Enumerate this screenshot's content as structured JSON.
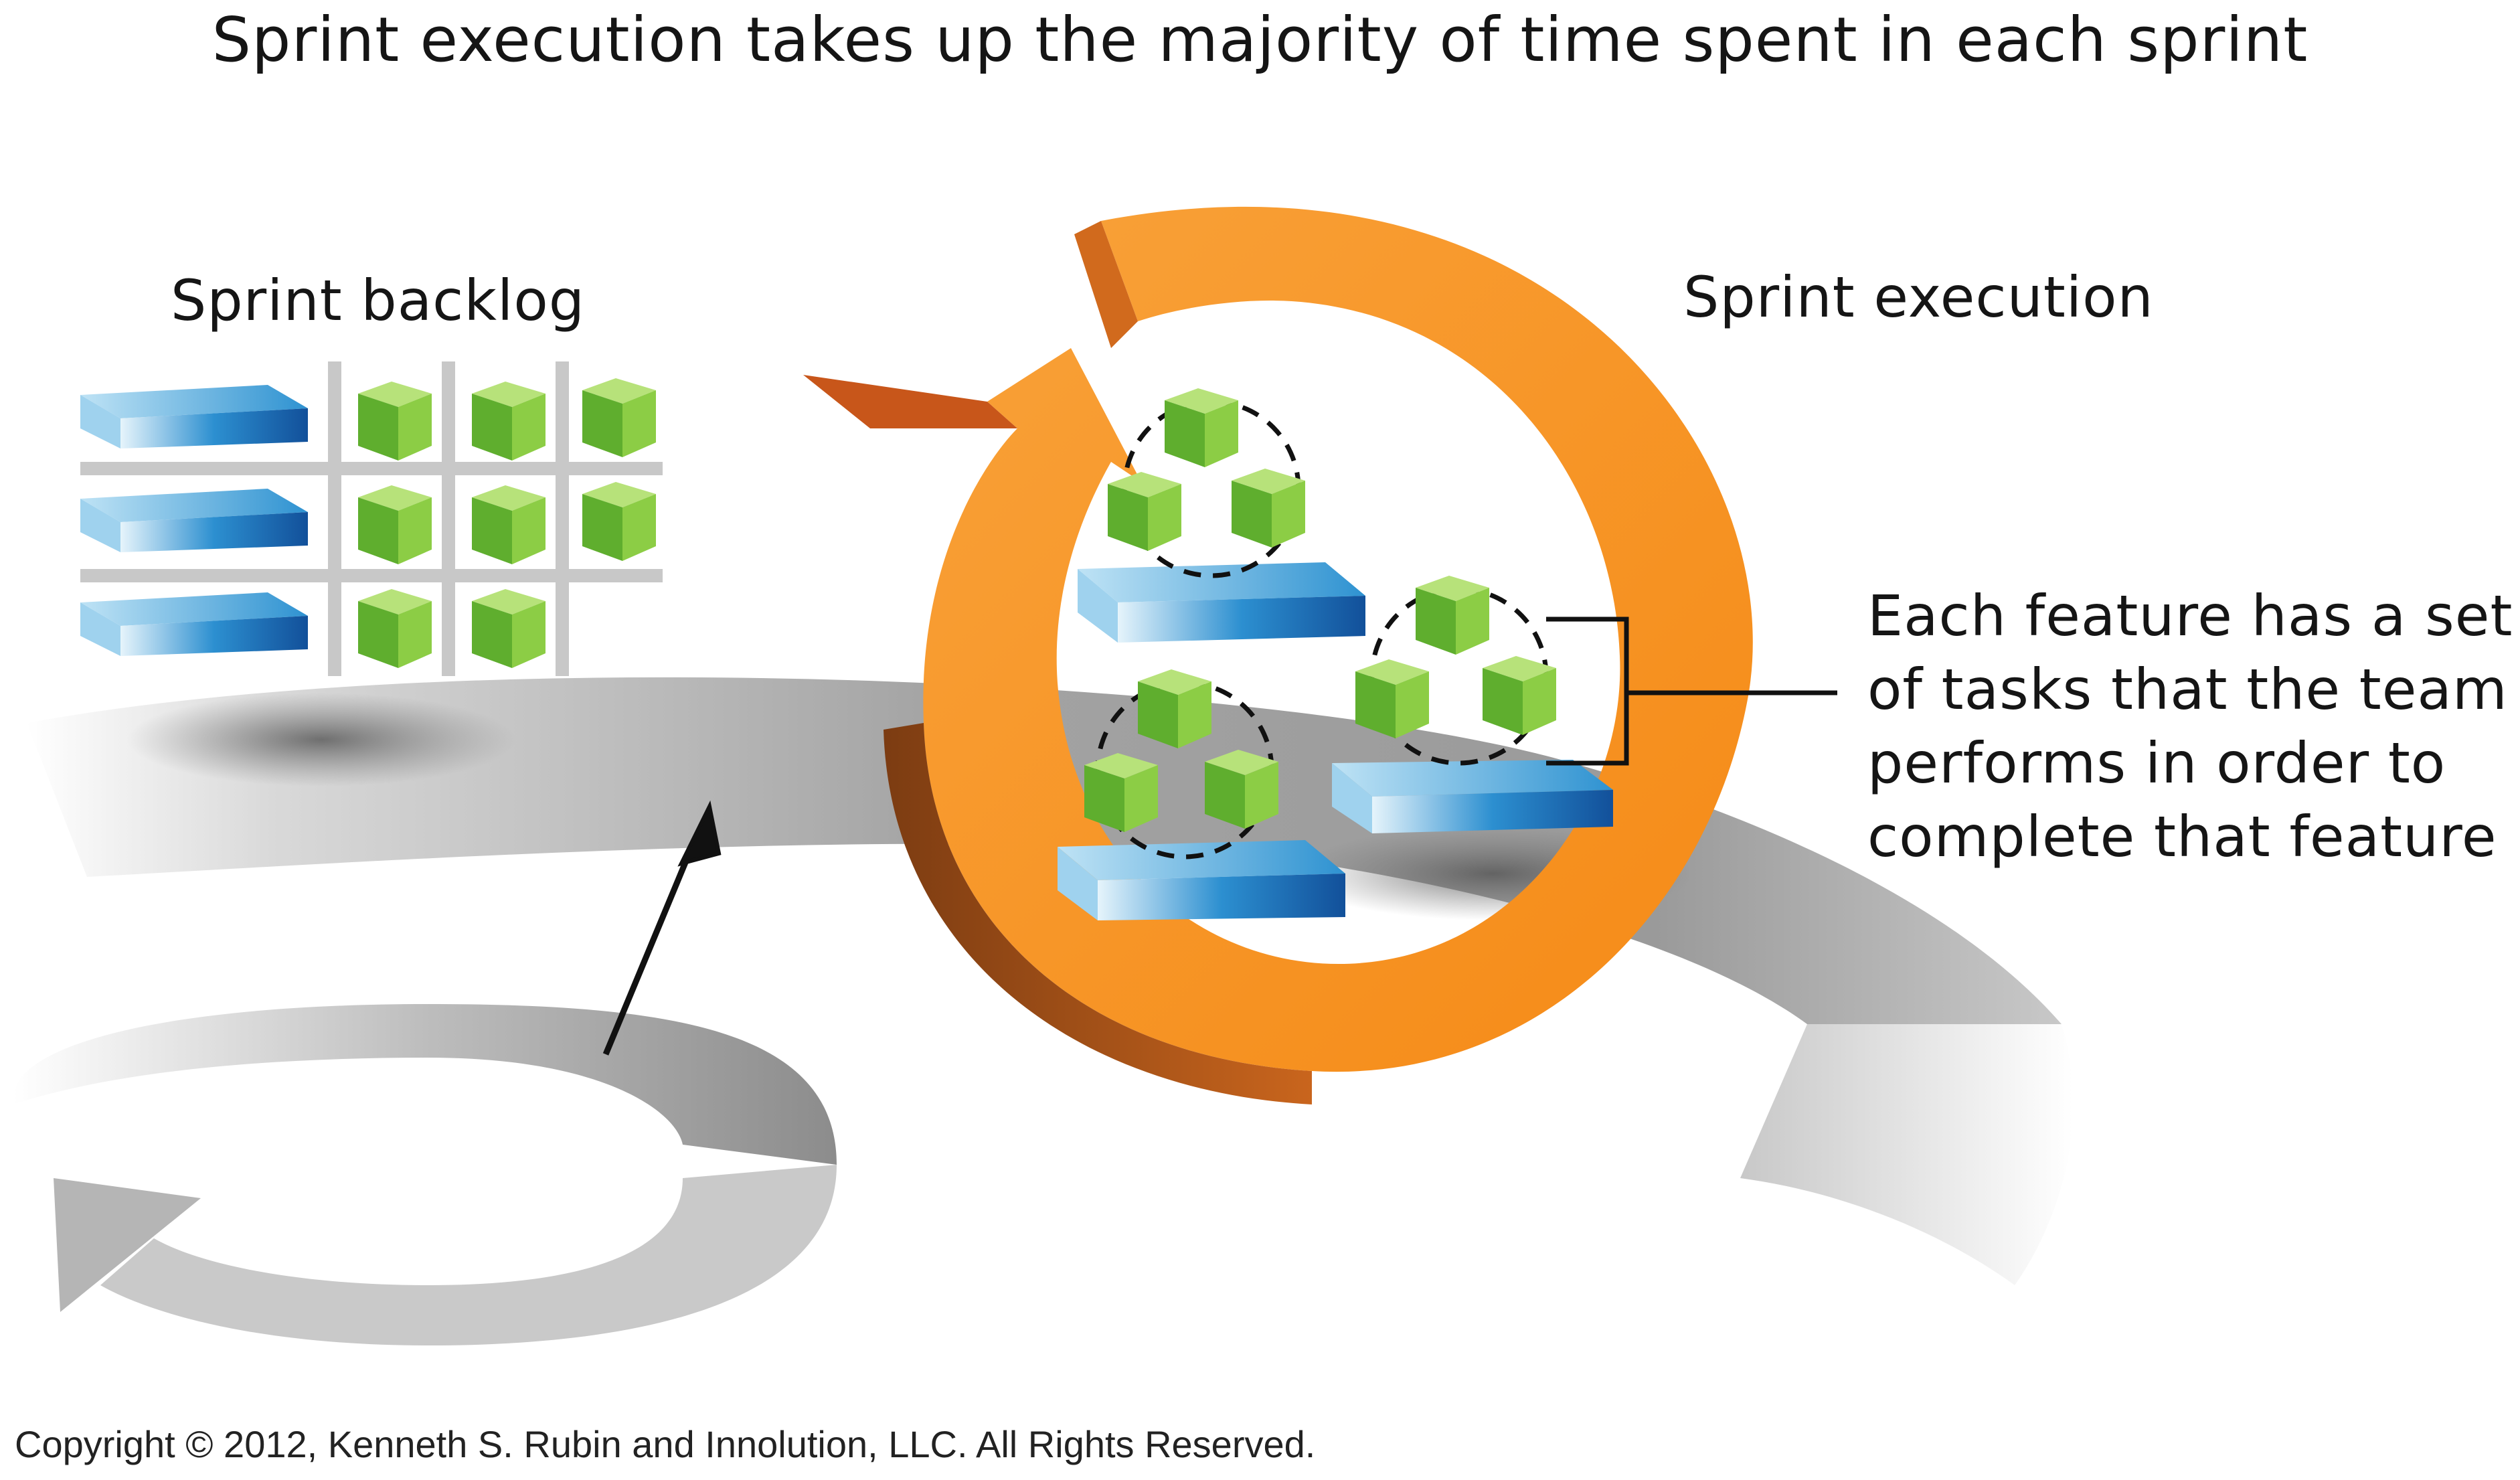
{
  "title": "Sprint execution takes up the majority of time spent in each sprint",
  "labels": {
    "sprint_backlog": "Sprint backlog",
    "sprint_execution": "Sprint execution"
  },
  "feature_note": [
    "Each feature has a set",
    "of tasks that the team",
    "performs in order to",
    "complete that feature"
  ],
  "copyright": "Copyright © 2012, Kenneth S. Rubin and Innolution, LLC. All Rights Reserved.",
  "colors": {
    "orange": "#f7941d",
    "orange_dark": "#a0521a",
    "blue": "#1b75bc",
    "green": "#7cc242",
    "gray": "#a7a9ac"
  },
  "icons": [
    "cycle-arrow-icon",
    "feature-block-icon",
    "task-cube-icon"
  ]
}
